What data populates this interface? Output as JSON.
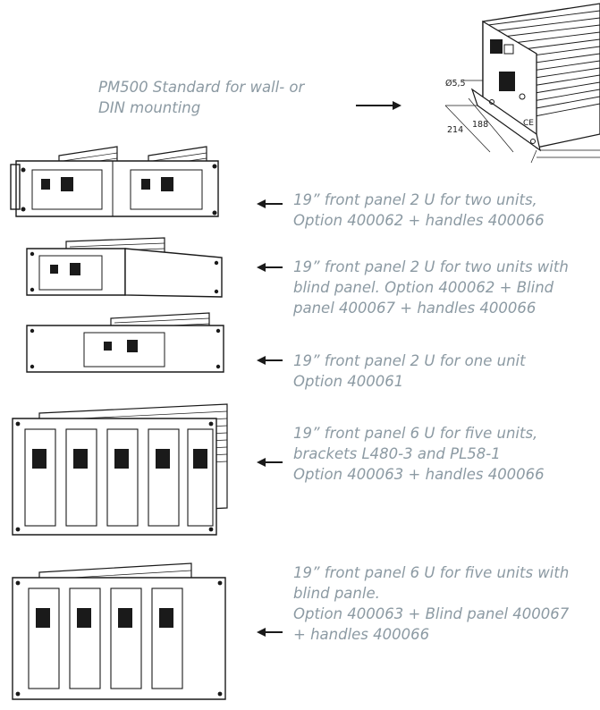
{
  "captions": {
    "pm500": "PM500 Standard for wall- or\nDIN mounting",
    "fp2u_two": "19” front panel 2 U for two units,\nOption 400062 + handles 400066",
    "fp2u_two_blind": "19” front panel 2 U for two units with\nblind panel. Option 400062 + Blind\npanel 400067 + handles 400066",
    "fp2u_one": "19” front panel 2 U for one unit\nOption 400061",
    "fp6u_five": "19” front panel 6 U for five units,\nbrackets L480-3 and PL58-1\nOption 400063 + handles 400066",
    "fp6u_five_blind": "19” front panel 6 U for five units with\nblind panle.\nOption 400063 + Blind panel 400067\n+ handles 400066"
  },
  "dimensions": {
    "hole": "Ø5,5",
    "depth_outer": "214",
    "depth_inner": "188"
  },
  "icons": {
    "ce_mark": "CE"
  }
}
